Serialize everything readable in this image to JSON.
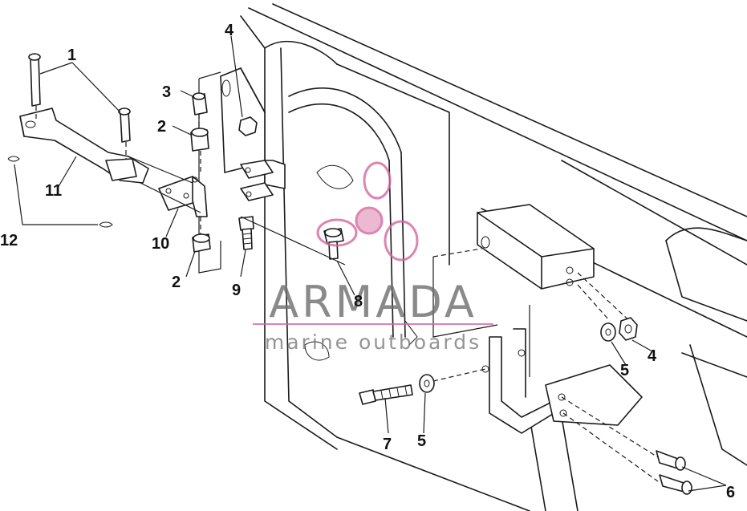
{
  "callouts": {
    "c1": "1",
    "c2a": "2",
    "c2b": "2",
    "c3": "3",
    "c4a": "4",
    "c4b": "4",
    "c5a": "5",
    "c5b": "5",
    "c6": "6",
    "c7": "7",
    "c8": "8",
    "c9": "9",
    "c10": "10",
    "c11": "11",
    "c12": "12"
  },
  "watermark": {
    "brand": "ARMADA",
    "tagline": "marine outboards",
    "logo_color": "#d4679c",
    "text_color": "#6e6e6e",
    "line_color": "#d4679c"
  }
}
